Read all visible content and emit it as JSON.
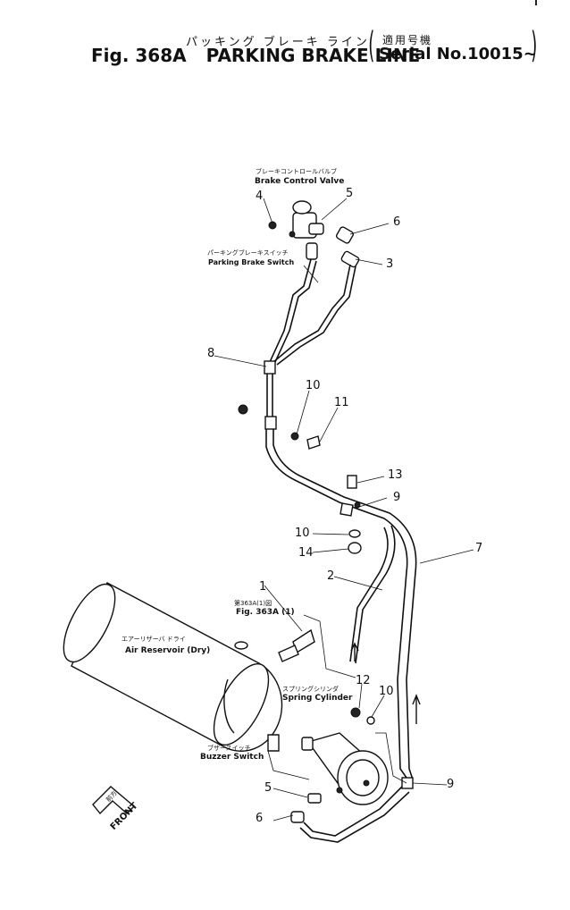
{
  "header": {
    "title_jp": "パッキング ブレーキ ライン",
    "fig_label": "Fig. 368A",
    "title_en": "PARKING BRAKE LINE",
    "serial_jp": "適用号機",
    "serial_en": "Serial No.10015∼"
  },
  "labels": {
    "brake_control_valve_jp": "ブレーキコントロールバルブ",
    "brake_control_valve_en": "Brake Control Valve",
    "parking_brake_switch_jp": "パーキングブレーキスイッチ",
    "parking_brake_switch_en": "Parking Brake Switch",
    "air_reservoir_jp": "エアーリザーバ ドライ",
    "air_reservoir_en": "Air Reservoir (Dry)",
    "fig_ref_jp": "第363A(1)図",
    "fig_ref_en": "Fig. 363A (1)",
    "spring_cylinder_jp": "スプリングシリンダ",
    "spring_cylinder_en": "Spring Cylinder",
    "buzzer_switch_jp": "ブザースイッチ",
    "buzzer_switch_en": "Buzzer Switch",
    "front_jp": "前方",
    "front_en": "FRONT"
  },
  "callouts": {
    "c4": "4",
    "c5a": "5",
    "c6a": "6",
    "c3": "3",
    "c8": "8",
    "c10a": "10",
    "c11": "11",
    "c13": "13",
    "c9a": "9",
    "c10b": "10",
    "c14": "14",
    "c7": "7",
    "c2": "2",
    "c1": "1",
    "c12": "12",
    "c10c": "10",
    "c9b": "9",
    "c5b": "5",
    "c6b": "6"
  }
}
